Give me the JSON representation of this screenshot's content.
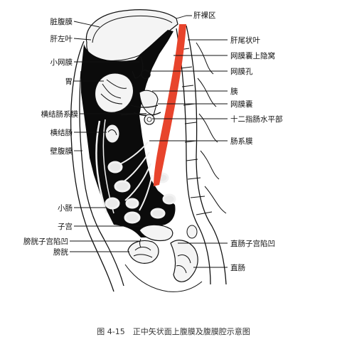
{
  "labels": {
    "liver_bare_area": "肝裸区",
    "visceral_peritoneum": "脏腹膜",
    "left_lobe_liver": "肝左叶",
    "caudate_lobe": "肝尾状叶",
    "lesser_omentum": "小网膜",
    "superior_recess_omental_bursa": "网膜囊上隐窝",
    "omental_foramen": "网膜孔",
    "stomach": "胃",
    "pancreas": "胰",
    "transverse_mesocolon": "横结肠系膜",
    "omental_bursa": "网膜囊",
    "horizontal_part_duodenum": "十二指肠水平部",
    "transverse_colon": "横结肠",
    "mesentery": "肠系膜",
    "parietal_peritoneum": "壁腹膜",
    "small_intestine": "小肠",
    "uterus": "子宫",
    "vesicouterine_pouch": "膀胱子宫陷凹",
    "rectouterine_pouch": "直肠子宫陷凹",
    "bladder": "膀胱",
    "rectum": "直肠"
  },
  "caption": "图 4-15　正中矢状面上腹膜及腹膜腔示意图",
  "colors": {
    "vessel": "#e8442c",
    "cavity": "#0b0b0b",
    "line": "#111111"
  }
}
